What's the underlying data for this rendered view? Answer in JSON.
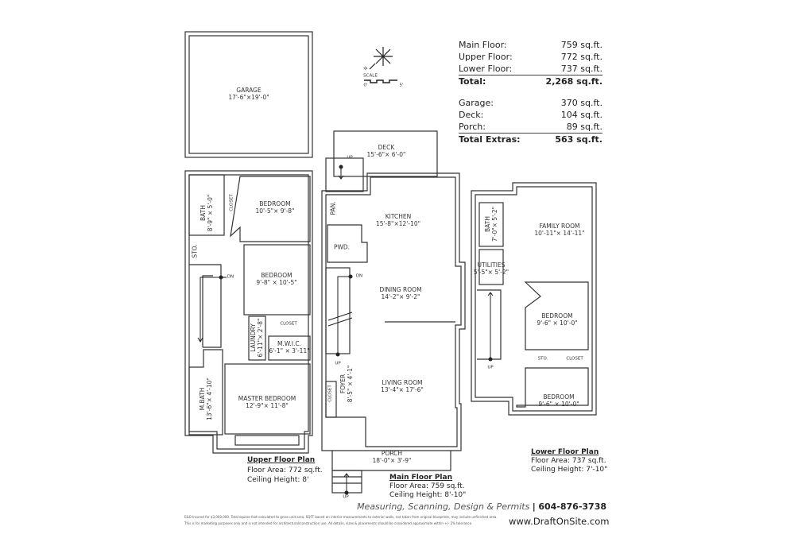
{
  "summary": {
    "rows": [
      {
        "label": "Main Floor:",
        "value": "759 sq.ft."
      },
      {
        "label": "Upper Floor:",
        "value": "772 sq.ft."
      },
      {
        "label": "Lower Floor:",
        "value": "737 sq.ft."
      }
    ],
    "total": {
      "label": "Total:",
      "value": "2,268 sq.ft."
    },
    "extras": [
      {
        "label": "Garage:",
        "value": "370 sq.ft."
      },
      {
        "label": "Deck:",
        "value": "104 sq.ft."
      },
      {
        "label": "Porch:",
        "value": "89 sq.ft."
      }
    ],
    "total_extras": {
      "label": "Total Extras:",
      "value": "563 sq.ft."
    }
  },
  "compass": {
    "north": "N",
    "scale_label": "SCALE",
    "scale_start": "0'",
    "scale_end": "5'"
  },
  "garage": {
    "name": "GARAGE",
    "dims": "17'-6\"×19'-0\""
  },
  "upper": {
    "title": "Upper Floor Plan",
    "area": "Floor Area: 772 sq.ft.",
    "ceiling": "Ceiling Height: 8'",
    "rooms": {
      "bath": {
        "name": "BATH",
        "dims": "8'-9\" × 5'-0\""
      },
      "closet1": "CLOSET",
      "bedroom1": {
        "name": "BEDROOM",
        "dims": "10'-5\"× 9'-8\""
      },
      "sto": "STO.",
      "dn": "DN",
      "bedroom2": {
        "name": "BEDROOM",
        "dims": "9'-8\" × 10'-5\""
      },
      "laundry": {
        "name": "LAUNDRY",
        "dims": "6'-11\"× 2'-8\""
      },
      "closet2": "CLOSET",
      "mwic": {
        "name": "M.W.I.C.",
        "dims": "6'-1\" × 3'-11\""
      },
      "mbath": {
        "name": "M.BATH",
        "dims": "13'-6\"× 4'-10\""
      },
      "master": {
        "name": "MASTER BEDROOM",
        "dims": "12'-9\"× 11'-8\""
      }
    }
  },
  "main": {
    "title": "Main Floor Plan",
    "area": "Floor Area: 759 sq.ft.",
    "ceiling": "Ceiling Height: 8'-10\"",
    "rooms": {
      "deck": {
        "name": "DECK",
        "dims": "15'-6\"× 6'-0\""
      },
      "up1": "UP",
      "pan": "PAN.",
      "kitchen": {
        "name": "KITCHEN",
        "dims": "15'-8\"×12'-10\""
      },
      "pwd": "PWD.",
      "dn": "DN",
      "dining": {
        "name": "DINING ROOM",
        "dims": "14'-2\"× 9'-2\""
      },
      "up2": "UP",
      "foyer": {
        "name": "FOYER",
        "dims": "8'-5\" × 4'-1\""
      },
      "closet": "CLOSET",
      "living": {
        "name": "LIVING ROOM",
        "dims": "13'-4\"× 17'-6\""
      },
      "porch": {
        "name": "PORCH",
        "dims": "18'-0\"× 3'-9\""
      },
      "up3": "UP"
    }
  },
  "lower": {
    "title": "Lower Floor Plan",
    "area": "Floor Area: 737 sq.ft.",
    "ceiling": "Ceiling Height: 7'-10\"",
    "rooms": {
      "bath": {
        "name": "BATH",
        "dims": "7'-0\"× 5'-2\""
      },
      "family": {
        "name": "FAMILY ROOM",
        "dims": "10'-11\"× 14'-11\""
      },
      "utilities": {
        "name": "UTILITIES",
        "dims": "5'-5\"× 5'-2\""
      },
      "bedroom1": {
        "name": "BEDROOM",
        "dims": "9'-6\" × 10'-0\""
      },
      "up": "UP",
      "sto": "STO.",
      "closet": "CLOSET",
      "bedroom2": {
        "name": "BEDROOM",
        "dims": "9'-6\" × 10'-0\""
      }
    }
  },
  "footer": {
    "tagline": "Measuring, Scanning, Design & Permits",
    "separator": "|",
    "phone": "604-876-3738",
    "fine_print_1": "E&O Insured for $3,000,000. Total square foot calculated to gross unit area, SQFT based on interior measurements to exterior walls, not taken from original blueprints, may include unfinished area.",
    "fine_print_2": "This is for marketing purposes only and is not intended for architectural/construction use. All details, sizes & placements should be considered approximate within +/- 2% tolerance.",
    "website": "www.DraftOnSite.com"
  }
}
